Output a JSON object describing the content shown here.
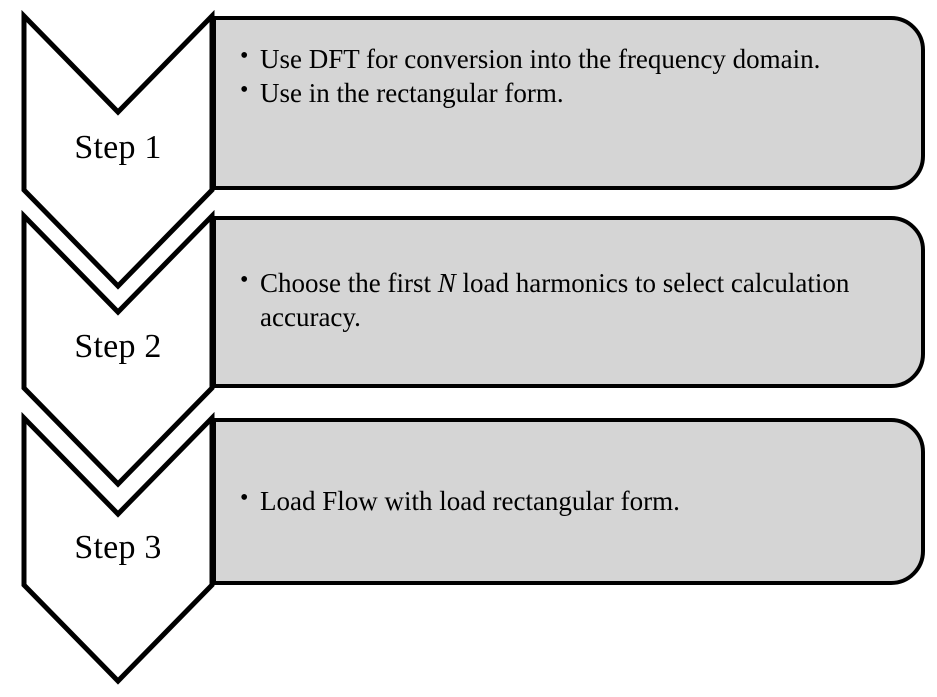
{
  "diagram": {
    "type": "process-flow-chevron",
    "title": "",
    "background_color": "#ffffff",
    "box_fill_color": "#d5d5d5",
    "outline_color": "#000000",
    "chevron_fill_color": "#ffffff",
    "steps": [
      {
        "label": "Step 1",
        "bullets": [
          {
            "text": "Use DFT for conversion into the frequency domain."
          },
          {
            "text": "Use in the rectangular form."
          }
        ]
      },
      {
        "label": "Step 2",
        "bullets": [
          {
            "pre": "Choose the first ",
            "italic": "N",
            "post": " load harmonics to select calculation accuracy."
          }
        ]
      },
      {
        "label": "Step 3",
        "bullets": [
          {
            "text": "Load Flow with load rectangular form."
          }
        ]
      }
    ]
  }
}
